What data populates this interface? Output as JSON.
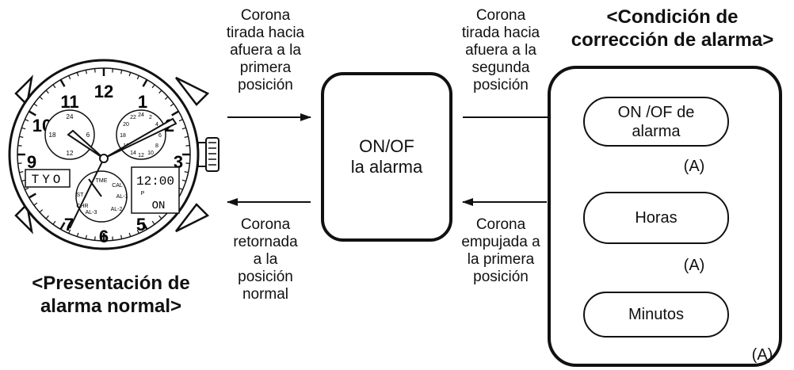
{
  "watch": {
    "hour_numerals": [
      "12",
      "1",
      "2",
      "3",
      "5",
      "6",
      "7",
      "9",
      "10",
      "11"
    ],
    "left_display": "TYO",
    "right_display_time": "12:00",
    "right_display_p": "P",
    "right_display_status": "ON",
    "subdial_top_label": "TME",
    "subdial_labels": [
      "CAL",
      "AL-1",
      "AL-2",
      "AL-3",
      "CHR",
      "ST"
    ],
    "subdial_left_numbers": [
      "24",
      "6",
      "18",
      "12"
    ],
    "subdial_right_numbers": [
      "22",
      "24",
      "2",
      "20",
      "4",
      "18",
      "6",
      "16",
      "8",
      "14",
      "12",
      "10"
    ]
  },
  "left_caption": {
    "line1": "<Presentación de",
    "line2": "alarma normal>"
  },
  "right_caption": {
    "line1": "<Condición de",
    "line2": "corrección de alarma>"
  },
  "arrow_top_left_label": [
    "Corona",
    "tirada hacia",
    "afuera a la",
    "primera",
    "posición"
  ],
  "arrow_bottom_left_label": [
    "Corona",
    "retornada",
    "a la",
    "posición",
    "normal"
  ],
  "arrow_top_right_label": [
    "Corona",
    "tirada hacia",
    "afuera a la",
    "segunda",
    "posición"
  ],
  "arrow_bottom_right_label": [
    "Corona",
    "empujada a",
    "la primera",
    "posición"
  ],
  "center_box": {
    "line1": "ON/OF",
    "line2": "la alarma"
  },
  "steps": [
    {
      "line1": "ON /OF de",
      "line2": "alarma"
    },
    {
      "line1": "Horas"
    },
    {
      "line1": "Minutos"
    }
  ],
  "step_annotations": [
    "(A)",
    "(A)",
    "(A)"
  ]
}
